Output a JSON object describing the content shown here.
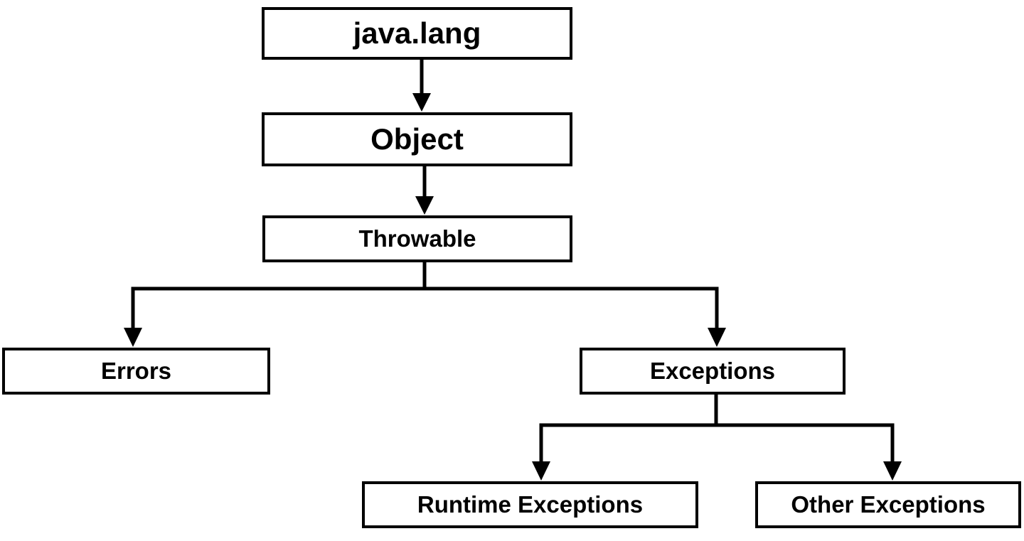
{
  "diagram": {
    "type": "hierarchy-flowchart",
    "colors": {
      "background": "#ffffff",
      "line": "#000000",
      "box_fill": "#ffffff",
      "text": "#000000"
    },
    "nodes": [
      {
        "id": "java-lang",
        "label": "java.lang"
      },
      {
        "id": "object",
        "label": "Object"
      },
      {
        "id": "throwable",
        "label": "Throwable"
      },
      {
        "id": "errors",
        "label": "Errors"
      },
      {
        "id": "exceptions",
        "label": "Exceptions"
      },
      {
        "id": "runtime-exceptions",
        "label": "Runtime Exceptions"
      },
      {
        "id": "other-exceptions",
        "label": "Other Exceptions"
      }
    ],
    "edges": [
      {
        "from": "java.lang",
        "to": "Object"
      },
      {
        "from": "Object",
        "to": "Throwable"
      },
      {
        "from": "Throwable",
        "to": "Errors"
      },
      {
        "from": "Throwable",
        "to": "Exceptions"
      },
      {
        "from": "Exceptions",
        "to": "Runtime Exceptions"
      },
      {
        "from": "Exceptions",
        "to": "Other Exceptions"
      }
    ]
  }
}
